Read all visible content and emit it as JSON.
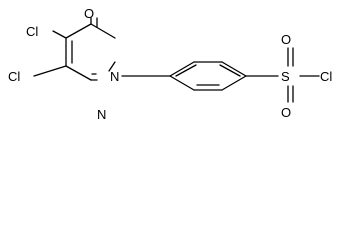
{
  "structure": {
    "atoms": {
      "cl_top": "Cl",
      "cl_left": "Cl",
      "oxygen_carbonyl": "O",
      "n1": "N",
      "n2": "N",
      "sulfur": "S",
      "o_top": "O",
      "o_bottom": "O",
      "cl_sulfonyl": "Cl"
    }
  },
  "colors": {
    "ink": "#000000",
    "background": "#ffffff"
  }
}
